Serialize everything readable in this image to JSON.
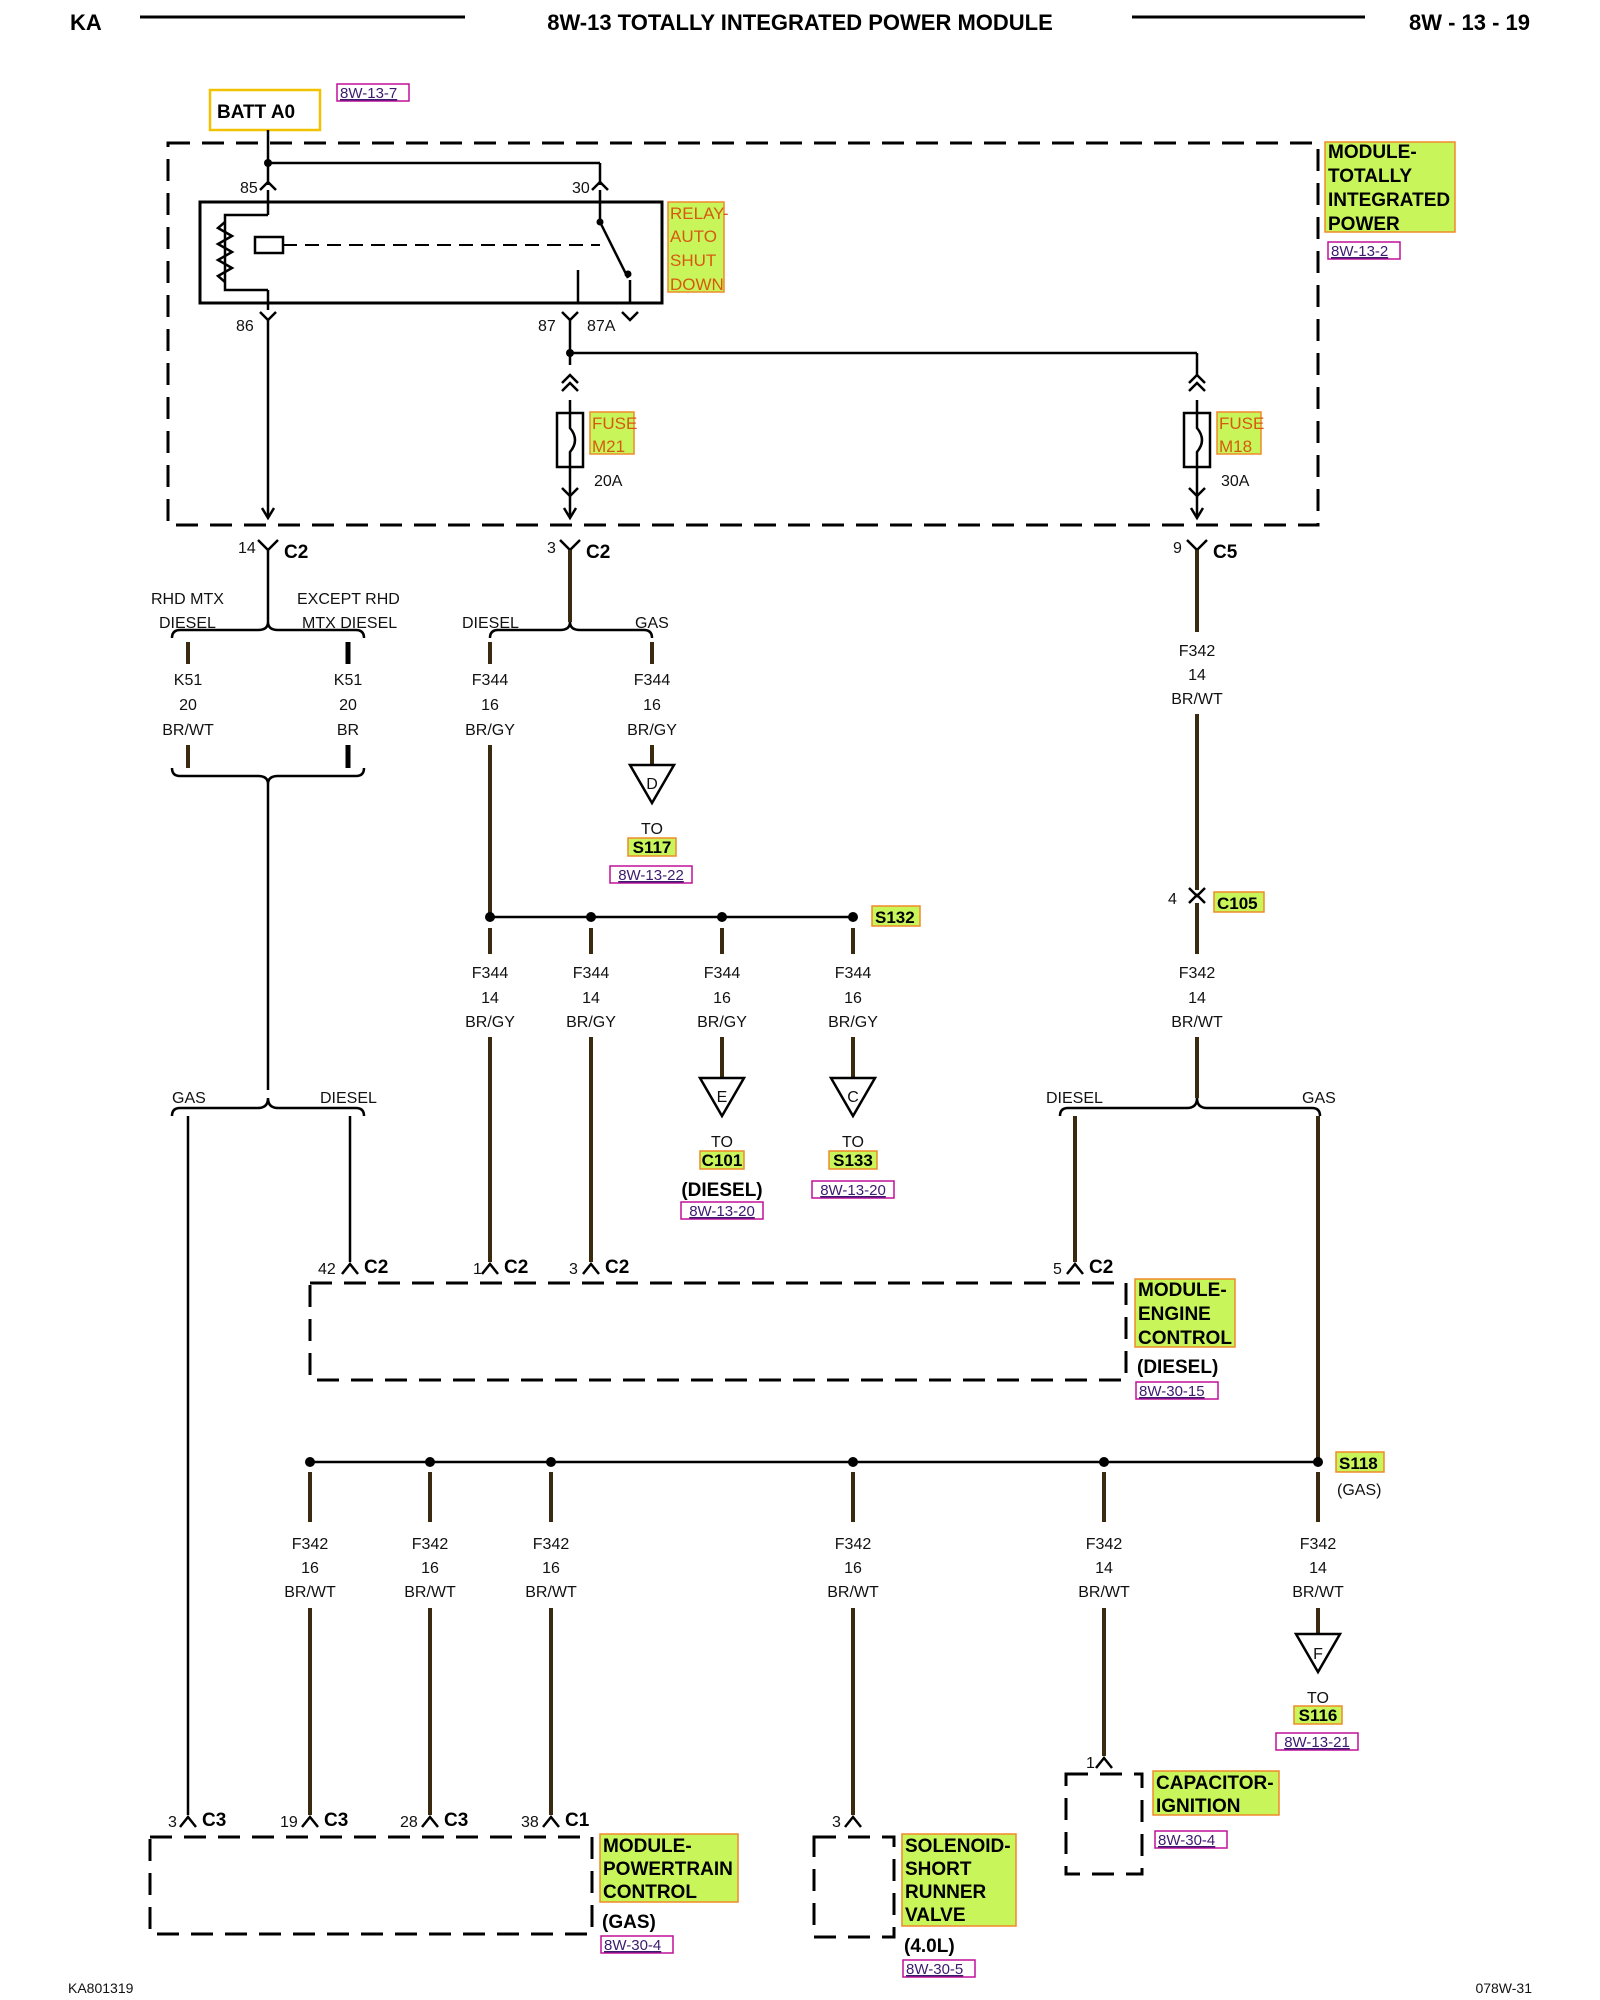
{
  "header": {
    "left": "KA",
    "title": "8W-13 TOTALLY INTEGRATED POWER MODULE",
    "right": "8W - 13 - 19"
  },
  "footer": {
    "left": "KA801319",
    "right": "078W-31"
  },
  "colors": {
    "wire": "#3a2a10",
    "highlight": "#c8f55a",
    "highlight_border": "#ef8a2a",
    "ref_border": "#c0109a",
    "ref_text": "#3c1a6e"
  },
  "batt": {
    "label": "BATT A0",
    "ref": "8W-13-7"
  },
  "tipm": {
    "name": [
      "MODULE-",
      "TOTALLY",
      "INTEGRATED",
      "POWER"
    ],
    "ref": "8W-13-2"
  },
  "relay": {
    "name": [
      "RELAY-",
      "AUTO",
      "SHUT",
      "DOWN"
    ],
    "pins": {
      "p85": "85",
      "p30": "30",
      "p86": "86",
      "p87": "87",
      "p87a": "87A"
    }
  },
  "fuses": {
    "m21": {
      "line1": "FUSE",
      "line2": "M21",
      "rating": "20A"
    },
    "m18": {
      "line1": "FUSE",
      "line2": "M18",
      "rating": "30A"
    }
  },
  "connectors": {
    "c2_14": {
      "pin": "14",
      "name": "C2"
    },
    "c2_3": {
      "pin": "3",
      "name": "C2"
    },
    "c5_9": {
      "pin": "9",
      "name": "C5"
    },
    "c105": {
      "pin": "4",
      "name": "C105"
    },
    "ecm_c2_42": {
      "pin": "42",
      "name": "C2"
    },
    "ecm_c2_1": {
      "pin": "1",
      "name": "C2"
    },
    "ecm_c2_3": {
      "pin": "3",
      "name": "C2"
    },
    "ecm_c2_5": {
      "pin": "5",
      "name": "C2"
    },
    "pcm_c3_3": {
      "pin": "3",
      "name": "C3"
    },
    "pcm_c3_19": {
      "pin": "19",
      "name": "C3"
    },
    "pcm_c3_28": {
      "pin": "28",
      "name": "C3"
    },
    "pcm_c1_38": {
      "pin": "38",
      "name": "C1"
    },
    "srv_3": {
      "pin": "3"
    },
    "cap_1": {
      "pin": "1"
    }
  },
  "options": {
    "rhd_mtx": [
      "RHD MTX",
      "DIESEL"
    ],
    "except_rhd": [
      "EXCEPT RHD",
      "MTX DIESEL"
    ],
    "diesel": "DIESEL",
    "gas": "GAS",
    "gas_paren": "(GAS)"
  },
  "wires": {
    "k51_a": [
      "K51",
      "20",
      "BR/WT"
    ],
    "k51_b": [
      "K51",
      "20",
      "BR"
    ],
    "f344_a": [
      "F344",
      "16",
      "BR/GY"
    ],
    "f344_b": [
      "F344",
      "16",
      "BR/GY"
    ],
    "f342_top": [
      "F342",
      "14",
      "BR/WT"
    ],
    "f342_mid": [
      "F342",
      "14",
      "BR/WT"
    ],
    "s132_1": [
      "F344",
      "14",
      "BR/GY"
    ],
    "s132_2": [
      "F344",
      "14",
      "BR/GY"
    ],
    "s132_3": [
      "F344",
      "16",
      "BR/GY"
    ],
    "s132_4": [
      "F344",
      "16",
      "BR/GY"
    ],
    "b1": [
      "F342",
      "16",
      "BR/WT"
    ],
    "b2": [
      "F342",
      "16",
      "BR/WT"
    ],
    "b3": [
      "F342",
      "16",
      "BR/WT"
    ],
    "b4": [
      "F342",
      "16",
      "BR/WT"
    ],
    "b5": [
      "F342",
      "14",
      "BR/WT"
    ],
    "b6": [
      "F342",
      "14",
      "BR/WT"
    ]
  },
  "splices": {
    "s132": "S132",
    "s118": "S118"
  },
  "offpage": {
    "d": {
      "letter": "D",
      "to": "TO",
      "target": "S117",
      "ref": "8W-13-22"
    },
    "e": {
      "letter": "E",
      "to": "TO",
      "target": "C101",
      "note": "(DIESEL)",
      "ref": "8W-13-20"
    },
    "c": {
      "letter": "C",
      "to": "TO",
      "target": "S133",
      "ref": "8W-13-20"
    },
    "f": {
      "letter": "F",
      "to": "TO",
      "target": "S116",
      "ref": "8W-13-21"
    }
  },
  "ecm": {
    "name": [
      "MODULE-",
      "ENGINE",
      "CONTROL"
    ],
    "note": "(DIESEL)",
    "ref": "8W-30-15"
  },
  "pcm": {
    "name": [
      "MODULE-",
      "POWERTRAIN",
      "CONTROL"
    ],
    "note": "(GAS)",
    "ref": "8W-30-4"
  },
  "srv": {
    "name": [
      "SOLENOID-",
      "SHORT",
      "RUNNER",
      "VALVE"
    ],
    "note": "(4.0L)",
    "ref": "8W-30-5"
  },
  "cap": {
    "name": [
      "CAPACITOR-",
      "IGNITION"
    ],
    "ref": "8W-30-4"
  }
}
